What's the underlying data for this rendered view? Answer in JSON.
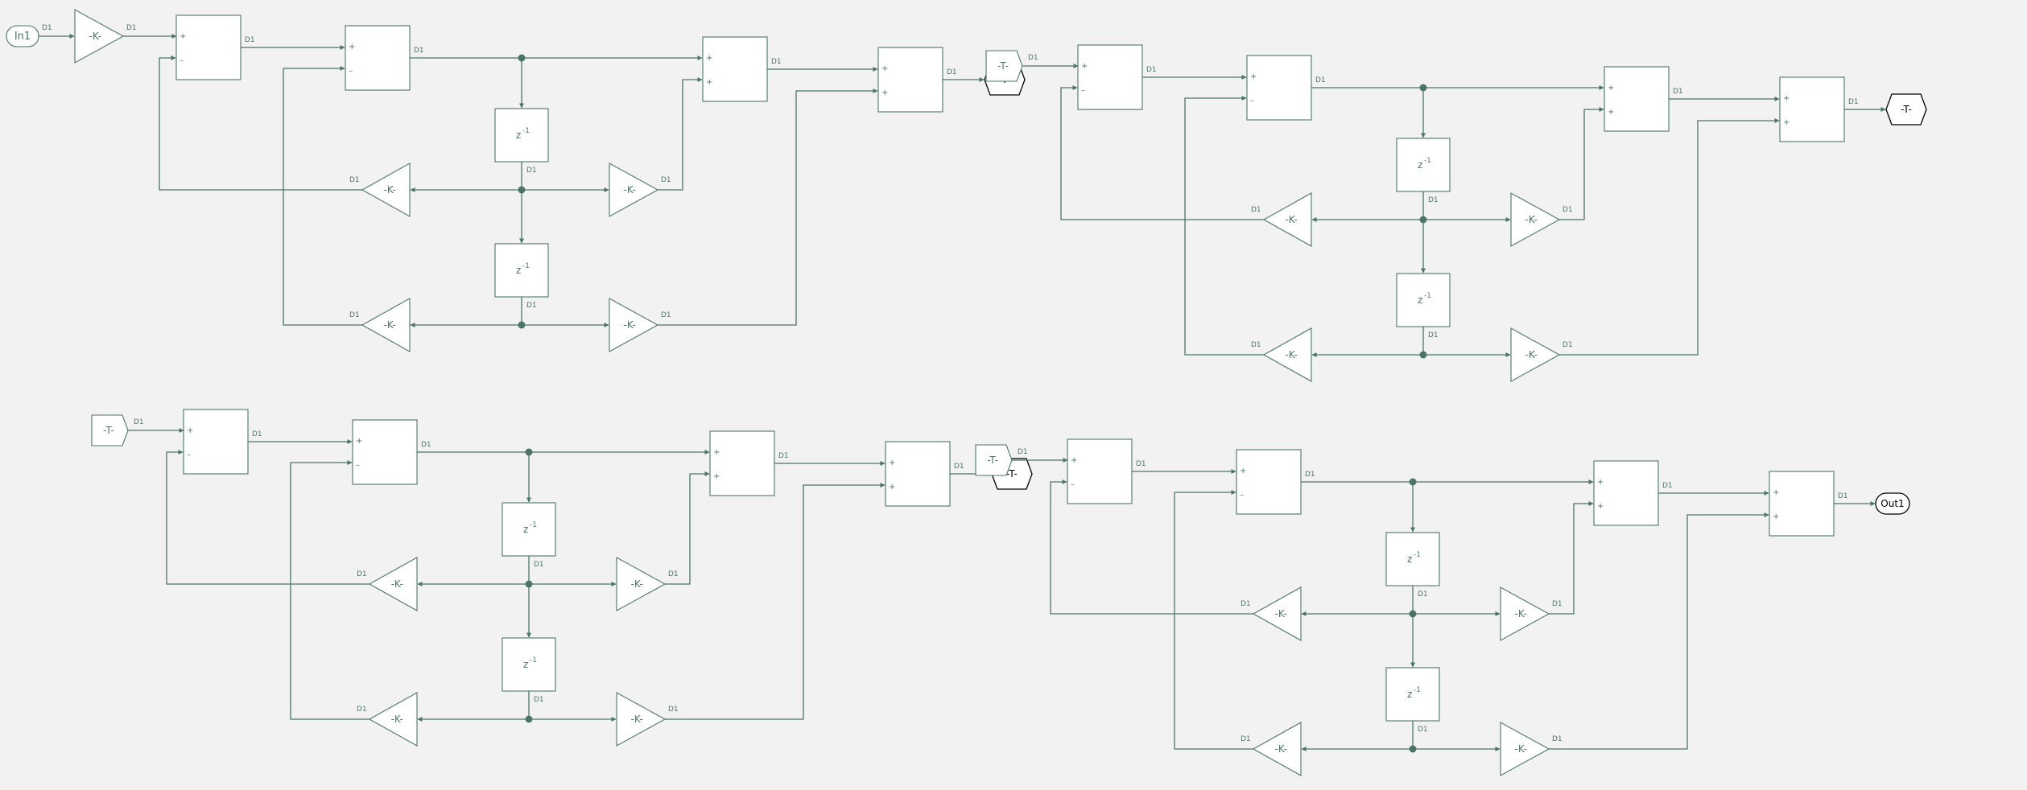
{
  "diagram": {
    "inport": "In1",
    "outport": "Out1",
    "goto_label": "-T-",
    "from_label": "-T-",
    "gain_label": "-K-",
    "delay_label": "z",
    "delay_exp": "-1",
    "signal_type": "D1",
    "plus": "+",
    "minus": "–",
    "stage_count": 4
  },
  "colors": {
    "background": "#f2f2f2",
    "line": "#4d7566",
    "block_fill": "#ffffff",
    "port_border": "#000000"
  }
}
